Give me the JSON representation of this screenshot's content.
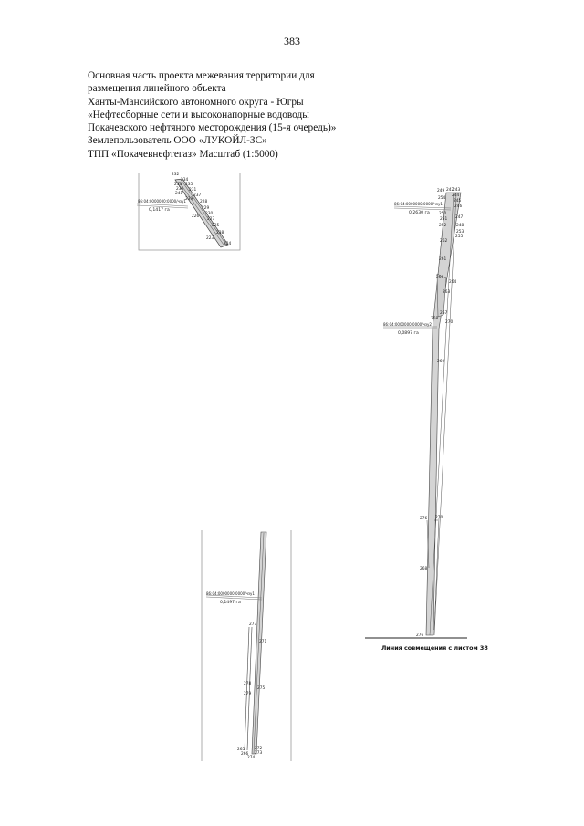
{
  "page_number": "383",
  "header": {
    "lines": [
      "Основная часть проекта межевания территории для",
      "размещения линейного объекта",
      "Ханты-Мансийского автономного округа - Югры",
      "«Нефтесборные сети и высоконапорные водоводы",
      "Покачевского нефтяного месторождения (15-я очередь)»",
      "Землепользователь ООО «ЛУКОЙЛ-ЗС»",
      "ТПП «Покачевнефтегаз» Масштаб (1:5000)"
    ]
  },
  "map1": {
    "parcel": "86:04:0000000:0000/чзу1",
    "area": "0,1417 га",
    "points": [
      "232",
      "234",
      "233",
      "235",
      "236",
      "231",
      "241",
      "237",
      "239",
      "228",
      "229",
      "230",
      "226",
      "227",
      "225",
      "238",
      "223",
      "224"
    ]
  },
  "map2": {
    "parcel": "86:04:0000000:0000/чзу1",
    "area": "0,2630 га",
    "parcel2": "86:04:0000000:0000/чзу2",
    "area2": "0,0897 га",
    "points_top": [
      "249",
      "242",
      "243",
      "244",
      "254",
      "245",
      "246",
      "250",
      "251",
      "247",
      "252",
      "248",
      "253",
      "255"
    ],
    "points_mid": [
      "262",
      "261",
      "260",
      "264",
      "263"
    ],
    "points_low": [
      "267",
      "268",
      "270",
      "269",
      "276"
    ],
    "caption": "Линия совмещения с листом 38"
  },
  "map3": {
    "parcel": "86:04:0000000:0000/чзу1",
    "area": "0,1497 га",
    "points": [
      "277",
      "271",
      "278",
      "275",
      "279",
      "265",
      "266",
      "272",
      "273",
      "274"
    ]
  }
}
